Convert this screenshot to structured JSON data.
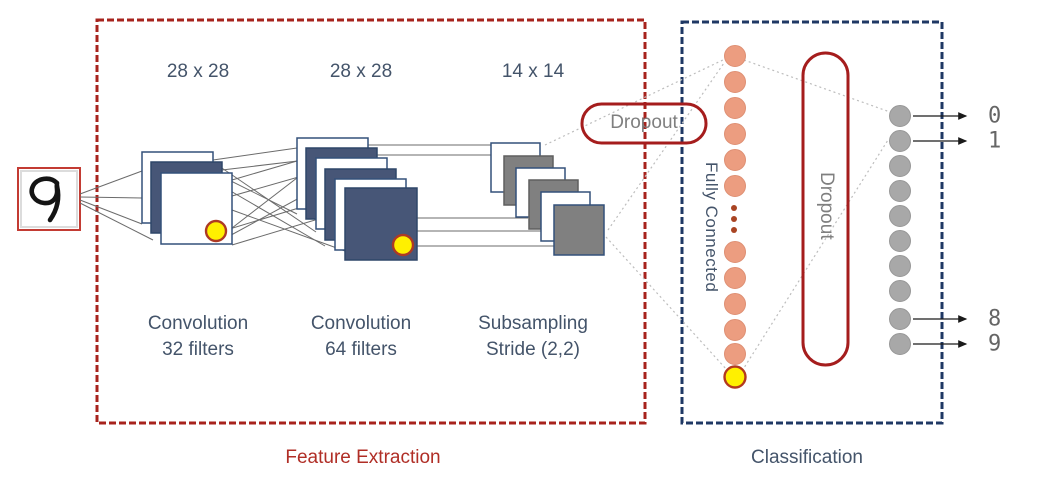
{
  "input": {
    "digit": "9"
  },
  "feature_extraction": {
    "section_label": "Feature Extraction",
    "dropout_label": "Dropout",
    "layers": [
      {
        "size_label": "28 x 28",
        "name_line1": "Convolution",
        "name_line2": "32 filters"
      },
      {
        "size_label": "28 x 28",
        "name_line1": "Convolution",
        "name_line2": "64 filters"
      },
      {
        "size_label": "14 x 14",
        "name_line1": "Subsampling",
        "name_line2": "Stride (2,2)"
      }
    ]
  },
  "classification": {
    "section_label": "Classification",
    "fully_connected_label": "Fully Connected",
    "dropout_label": "Dropout",
    "ellipsis": "...",
    "outputs": [
      "0",
      "1",
      "8",
      "9"
    ]
  },
  "colors": {
    "feature_box_border": "#A7231D",
    "classification_box_border": "#1F3864",
    "conv_filter_fill": "#475677",
    "pool_filter_fill": "#808080",
    "fc_node_fill": "#EC9D80",
    "output_node_fill": "#A8A8A8",
    "highlight_node_fill": "#FFF000",
    "highlight_node_border": "#AD3A24",
    "label_blue": "#44546A",
    "label_red": "#B02E26",
    "dropout_text_gray": "#7F7F7F"
  }
}
